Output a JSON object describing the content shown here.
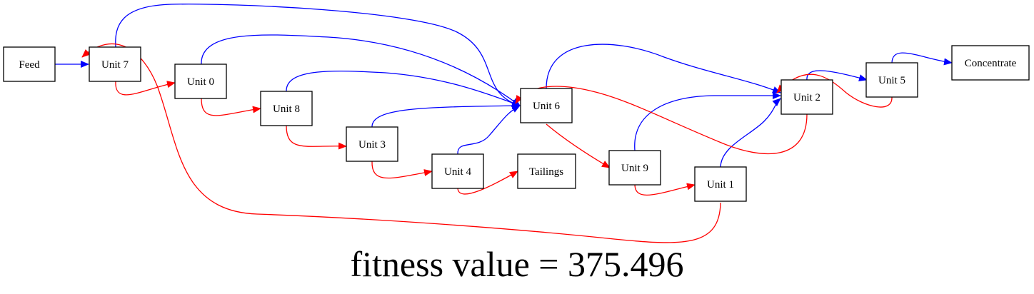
{
  "colors": {
    "blue_edge": "#0000ff",
    "red_edge": "#ff0000",
    "node_border": "#000000",
    "background": "#ffffff"
  },
  "nodes": {
    "feed": "Feed",
    "unit7": "Unit 7",
    "unit0": "Unit 0",
    "unit8": "Unit 8",
    "unit3": "Unit 3",
    "unit4": "Unit 4",
    "tailings": "Tailings",
    "unit6": "Unit 6",
    "unit9": "Unit 9",
    "unit1": "Unit 1",
    "unit2": "Unit 2",
    "unit5": "Unit 5",
    "concentrate": "Concentrate"
  },
  "edges": [
    {
      "from": "Feed",
      "to": "Unit 7",
      "color": "blue"
    },
    {
      "from": "Unit 7",
      "to": "Unit 6",
      "color": "blue"
    },
    {
      "from": "Unit 7",
      "to": "Unit 0",
      "color": "red"
    },
    {
      "from": "Unit 0",
      "to": "Unit 6",
      "color": "blue"
    },
    {
      "from": "Unit 0",
      "to": "Unit 8",
      "color": "red"
    },
    {
      "from": "Unit 8",
      "to": "Unit 6",
      "color": "blue"
    },
    {
      "from": "Unit 8",
      "to": "Unit 3",
      "color": "red"
    },
    {
      "from": "Unit 3",
      "to": "Unit 6",
      "color": "blue"
    },
    {
      "from": "Unit 3",
      "to": "Unit 4",
      "color": "red"
    },
    {
      "from": "Unit 4",
      "to": "Unit 6",
      "color": "blue"
    },
    {
      "from": "Unit 4",
      "to": "Tailings",
      "color": "red"
    },
    {
      "from": "Unit 6",
      "to": "Unit 2",
      "color": "blue"
    },
    {
      "from": "Unit 6",
      "to": "Unit 9",
      "color": "red"
    },
    {
      "from": "Unit 9",
      "to": "Unit 2",
      "color": "blue"
    },
    {
      "from": "Unit 9",
      "to": "Unit 1",
      "color": "red"
    },
    {
      "from": "Unit 1",
      "to": "Unit 2",
      "color": "blue"
    },
    {
      "from": "Unit 1",
      "to": "Unit 7",
      "color": "red"
    },
    {
      "from": "Unit 2",
      "to": "Unit 5",
      "color": "blue"
    },
    {
      "from": "Unit 2",
      "to": "Unit 6",
      "color": "red"
    },
    {
      "from": "Unit 5",
      "to": "Concentrate",
      "color": "blue"
    },
    {
      "from": "Unit 5",
      "to": "Unit 2",
      "color": "red"
    }
  ],
  "caption": "fitness value = 375.496"
}
